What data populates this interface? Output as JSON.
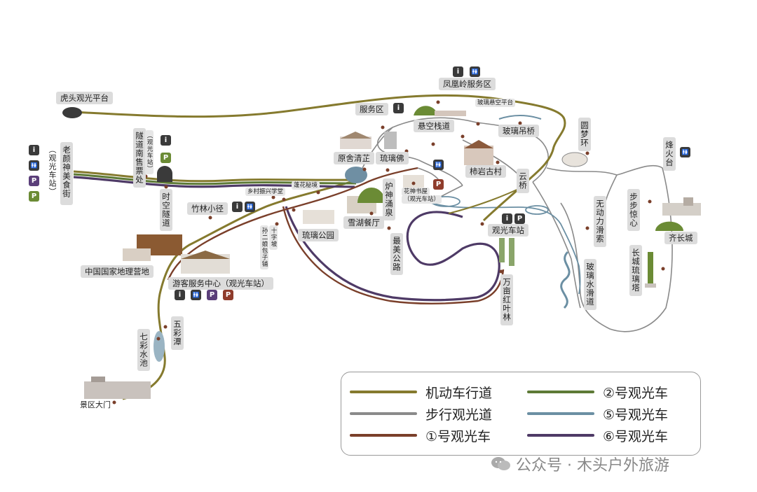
{
  "colors": {
    "motor_road": "#857a2e",
    "walking_path": "#8a8a8a",
    "bus_1": "#7a3f2a",
    "bus_2": "#5d7a36",
    "bus_5": "#6b8fa3",
    "bus_6": "#4e3a66",
    "label_bg": "#dcdcdc"
  },
  "places": {
    "hutou": "虎头观光平台",
    "fenghuangling": "凤凰岭服务区",
    "fuwuqu": "服务区",
    "boli_xuankong": "玻璃悬空平台",
    "xuankong_zhandao": "悬空栈道",
    "boli_diaoqiao": "玻璃吊桥",
    "yuanmenghuan": "圆梦环",
    "fenghuotai": "烽火台",
    "laoyan": "老颜神美食街",
    "laoyan_note": "（观光车站）",
    "suidao_shoupiao": "隧道南售票处",
    "suidao_note": "（观光车站）",
    "shikong": "时空隧道",
    "yuanshe": "原舍清芷",
    "libfo": "琉璃佛",
    "shiyan": "柿岩古村",
    "yunqiao": "云桥",
    "xiangcun": "乡村振兴学堂",
    "penghua": "蓬花秘境",
    "zhulin": "竹林小径",
    "luzhen": "炉神涌泉",
    "huashen": "花神书屋",
    "huashen_note": "（观光车站）",
    "guangguang_station": "观光车站",
    "wudongli": "无动力滑索",
    "bubu": "步步惊心",
    "qichangcheng": "齐长城",
    "shizi": "十字坡",
    "sunerniang": "孙二娘包子铺",
    "liuligongyuan": "琉璃公园",
    "xuehu": "雪湖餐厅",
    "zuimei": "最美公路",
    "changcheng_ta": "长城琉璃塔",
    "dili": "中国国家地理营地",
    "boli_huadao": "玻璃水滑道",
    "youke": "游客服务中心（观光车站）",
    "wanmu": "万亩红叶林",
    "wucai": "五彩潭",
    "qicai": "七彩水池",
    "damen": "景区大门"
  },
  "icons": {
    "info": "i",
    "toilet": "🚻",
    "parking": "P"
  },
  "legend": [
    {
      "label": "机动车行道",
      "color": "#857a2e"
    },
    {
      "label": "②号观光车",
      "color": "#5d7a36"
    },
    {
      "label": "步行观光道",
      "color": "#8a8a8a"
    },
    {
      "label": "⑤号观光车",
      "color": "#6b8fa3"
    },
    {
      "label": "①号观光车",
      "color": "#7a3f2a"
    },
    {
      "label": "⑥号观光车",
      "color": "#4e3a66"
    }
  ],
  "watermark": "公众号 · 木头户外旅游"
}
